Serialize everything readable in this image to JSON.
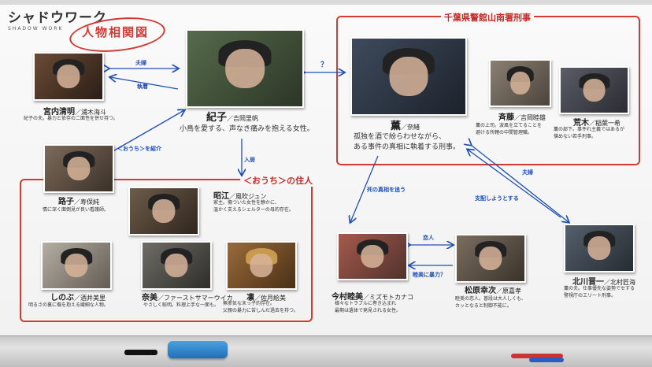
{
  "logo": {
    "main": "シャドウワーク",
    "sub": "SHADOW WORK"
  },
  "title": "人物相関図",
  "groups": {
    "police": "千葉県警館山南署刑事",
    "house": "＜おうち＞の住人"
  },
  "characters": {
    "noriko": {
      "name": "紀子",
      "actor": "／吉岡里帆",
      "desc": "小鳥を愛する、声なき痛みを抱える女性。"
    },
    "kiyoaki": {
      "name": "宮内清明",
      "actor": "／浦木海斗",
      "desc": "紀子の夫。暴力と依存の二面性を併せ持つ。"
    },
    "kaoru": {
      "name": "薫",
      "actor": "／奈緒",
      "desc": "孤独を酒で紛らわせながら、\nある事件の真相に執着する刑事。"
    },
    "saito": {
      "name": "斉藤",
      "actor": "／吉岡睦雄",
      "desc": "薫の上司。波風を立てることを\n避ける所轄の中間管理職。"
    },
    "araki": {
      "name": "荒木",
      "actor": "／稲葉一希",
      "desc": "薫の部下。事件れ主義ではあるが\n憎めない若手刑事。"
    },
    "michiko": {
      "name": "路子",
      "actor": "／寿保純",
      "desc": "情に深く面倒見が良い看護師。"
    },
    "shoe": {
      "name": "昭江",
      "actor": "／風吹ジュン",
      "desc": "家主。傷ついた女性を静かに、\n温かく支えるシェルターの母的存在。"
    },
    "shinobu": {
      "name": "しのぶ",
      "actor": "／酒井美里",
      "desc": "明るさの裏に傷を抱える繊細な人物。"
    },
    "nami": {
      "name": "奈美",
      "actor": "／ファーストサマーウイカ",
      "desc": "やさしく聡明。料理上手な一面も。"
    },
    "rin": {
      "name": "凛",
      "actor": "／佐月絵美",
      "desc": "無邪気な末っ子的存在。\n父親の暴力に苦しんだ過去を持つ。"
    },
    "mutsumi": {
      "name": "今村睦美",
      "actor": "／ミズモトカナコ",
      "desc": "様々なトラブルに巻き込まれ\n最期は遺体で発見される女性。"
    },
    "matsubara": {
      "name": "松原幸次",
      "actor": "／原嘉孝",
      "desc": "睦美の恋人。普段は大人しくも、\nカッとなると制御不能に。"
    },
    "kitagawa": {
      "name": "北川晋一",
      "actor": "／北村匠海",
      "desc": "薫の夫。仕事優先な姿勢でセする\n警視庁のエリート刑事。"
    }
  },
  "relations": {
    "fufu1": "夫婦",
    "shusei": "執着",
    "question": "？",
    "shokai": "＜おうち＞を紹介",
    "nyukyo": "入居",
    "shinso": "死の真相を追う",
    "fufu2": "夫婦",
    "shihai": "支配しようとする",
    "koibito": "恋人",
    "boryoku": "睦美に暴力？"
  },
  "colors": {
    "accent_red": "#d33a34",
    "arrow_blue": "#1f4fb5"
  }
}
